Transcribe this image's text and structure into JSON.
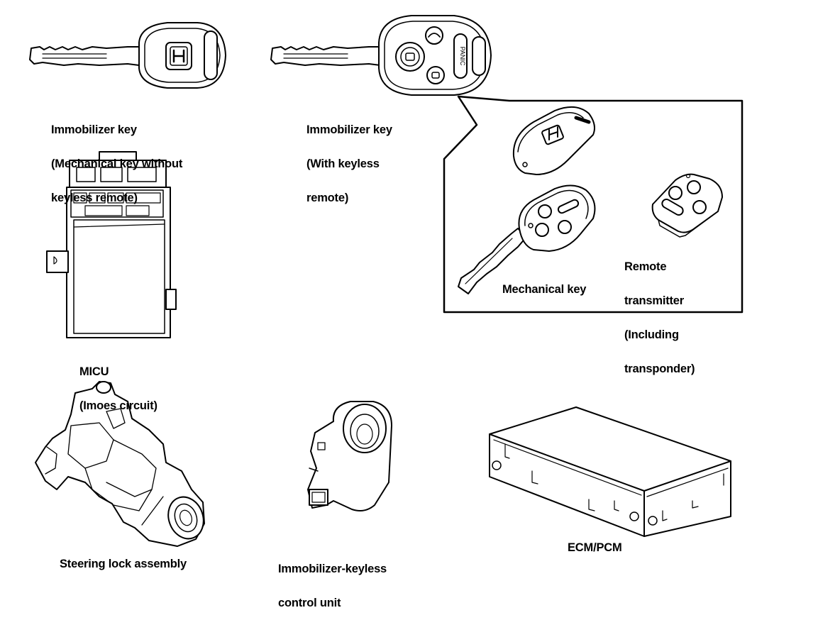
{
  "labels": {
    "immobilizer_key_mech": [
      "Immobilizer key",
      "(Mechanical key without",
      "keyless remote)"
    ],
    "immobilizer_key_keyless": [
      "Immobilizer key",
      "(With keyless",
      "remote)"
    ],
    "mechanical_key": "Mechanical key",
    "remote_transmitter": [
      "Remote",
      "transmitter",
      "(Including",
      "transponder)"
    ],
    "micu": [
      "MICU",
      "(Imoes circuit)"
    ],
    "steering_lock": "Steering lock assembly",
    "control_unit": [
      "Immobilizer-keyless",
      "control unit"
    ],
    "ecm_pcm": "ECM/PCM"
  },
  "key_fob": {
    "panic_text": "PANIC"
  }
}
